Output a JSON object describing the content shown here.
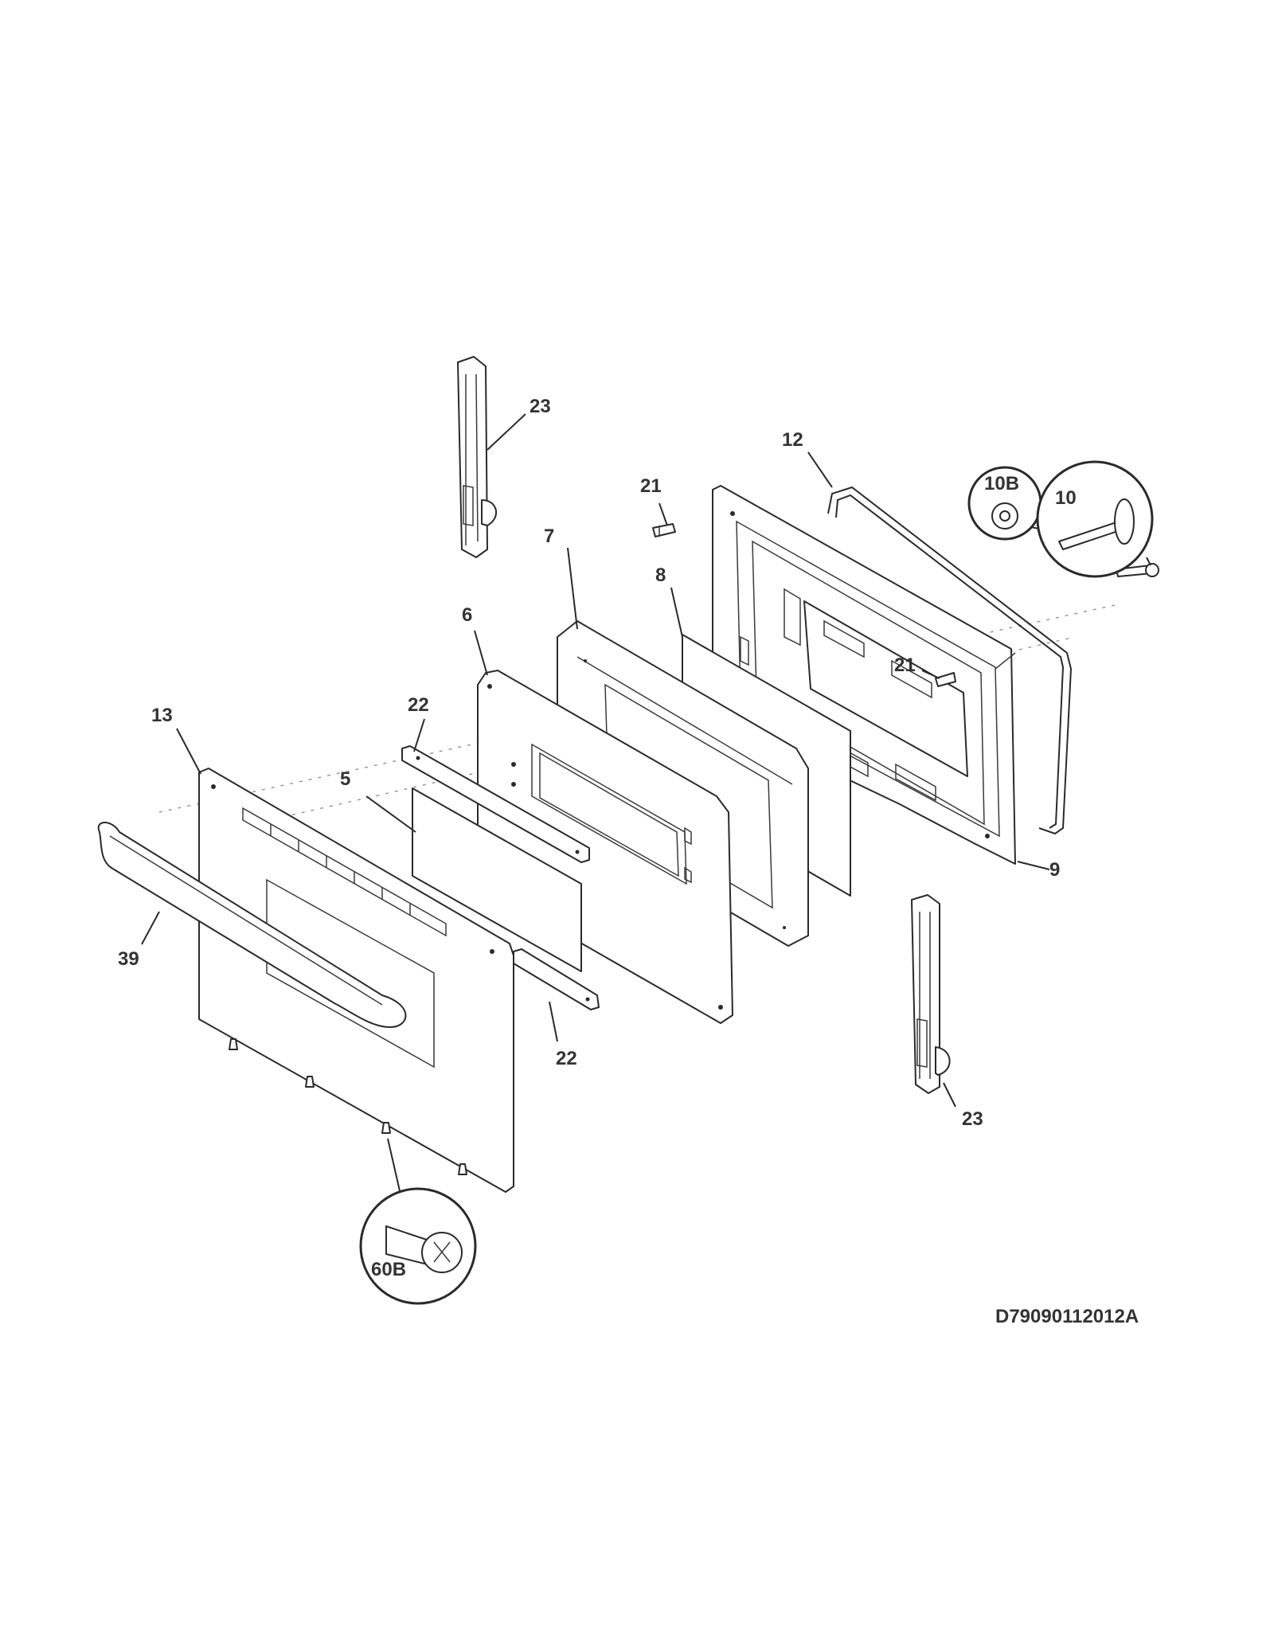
{
  "labels": {
    "l23a": "23",
    "l12": "12",
    "l21a": "21",
    "l10b": "10B",
    "l10": "10",
    "l7": "7",
    "l8": "8",
    "l6": "6",
    "l21b": "21",
    "l22a": "22",
    "l13": "13",
    "l5": "5",
    "l9": "9",
    "l39": "39",
    "l22b": "22",
    "l23b": "23",
    "l60b": "60B"
  },
  "diagram_code": "D79090112012A"
}
